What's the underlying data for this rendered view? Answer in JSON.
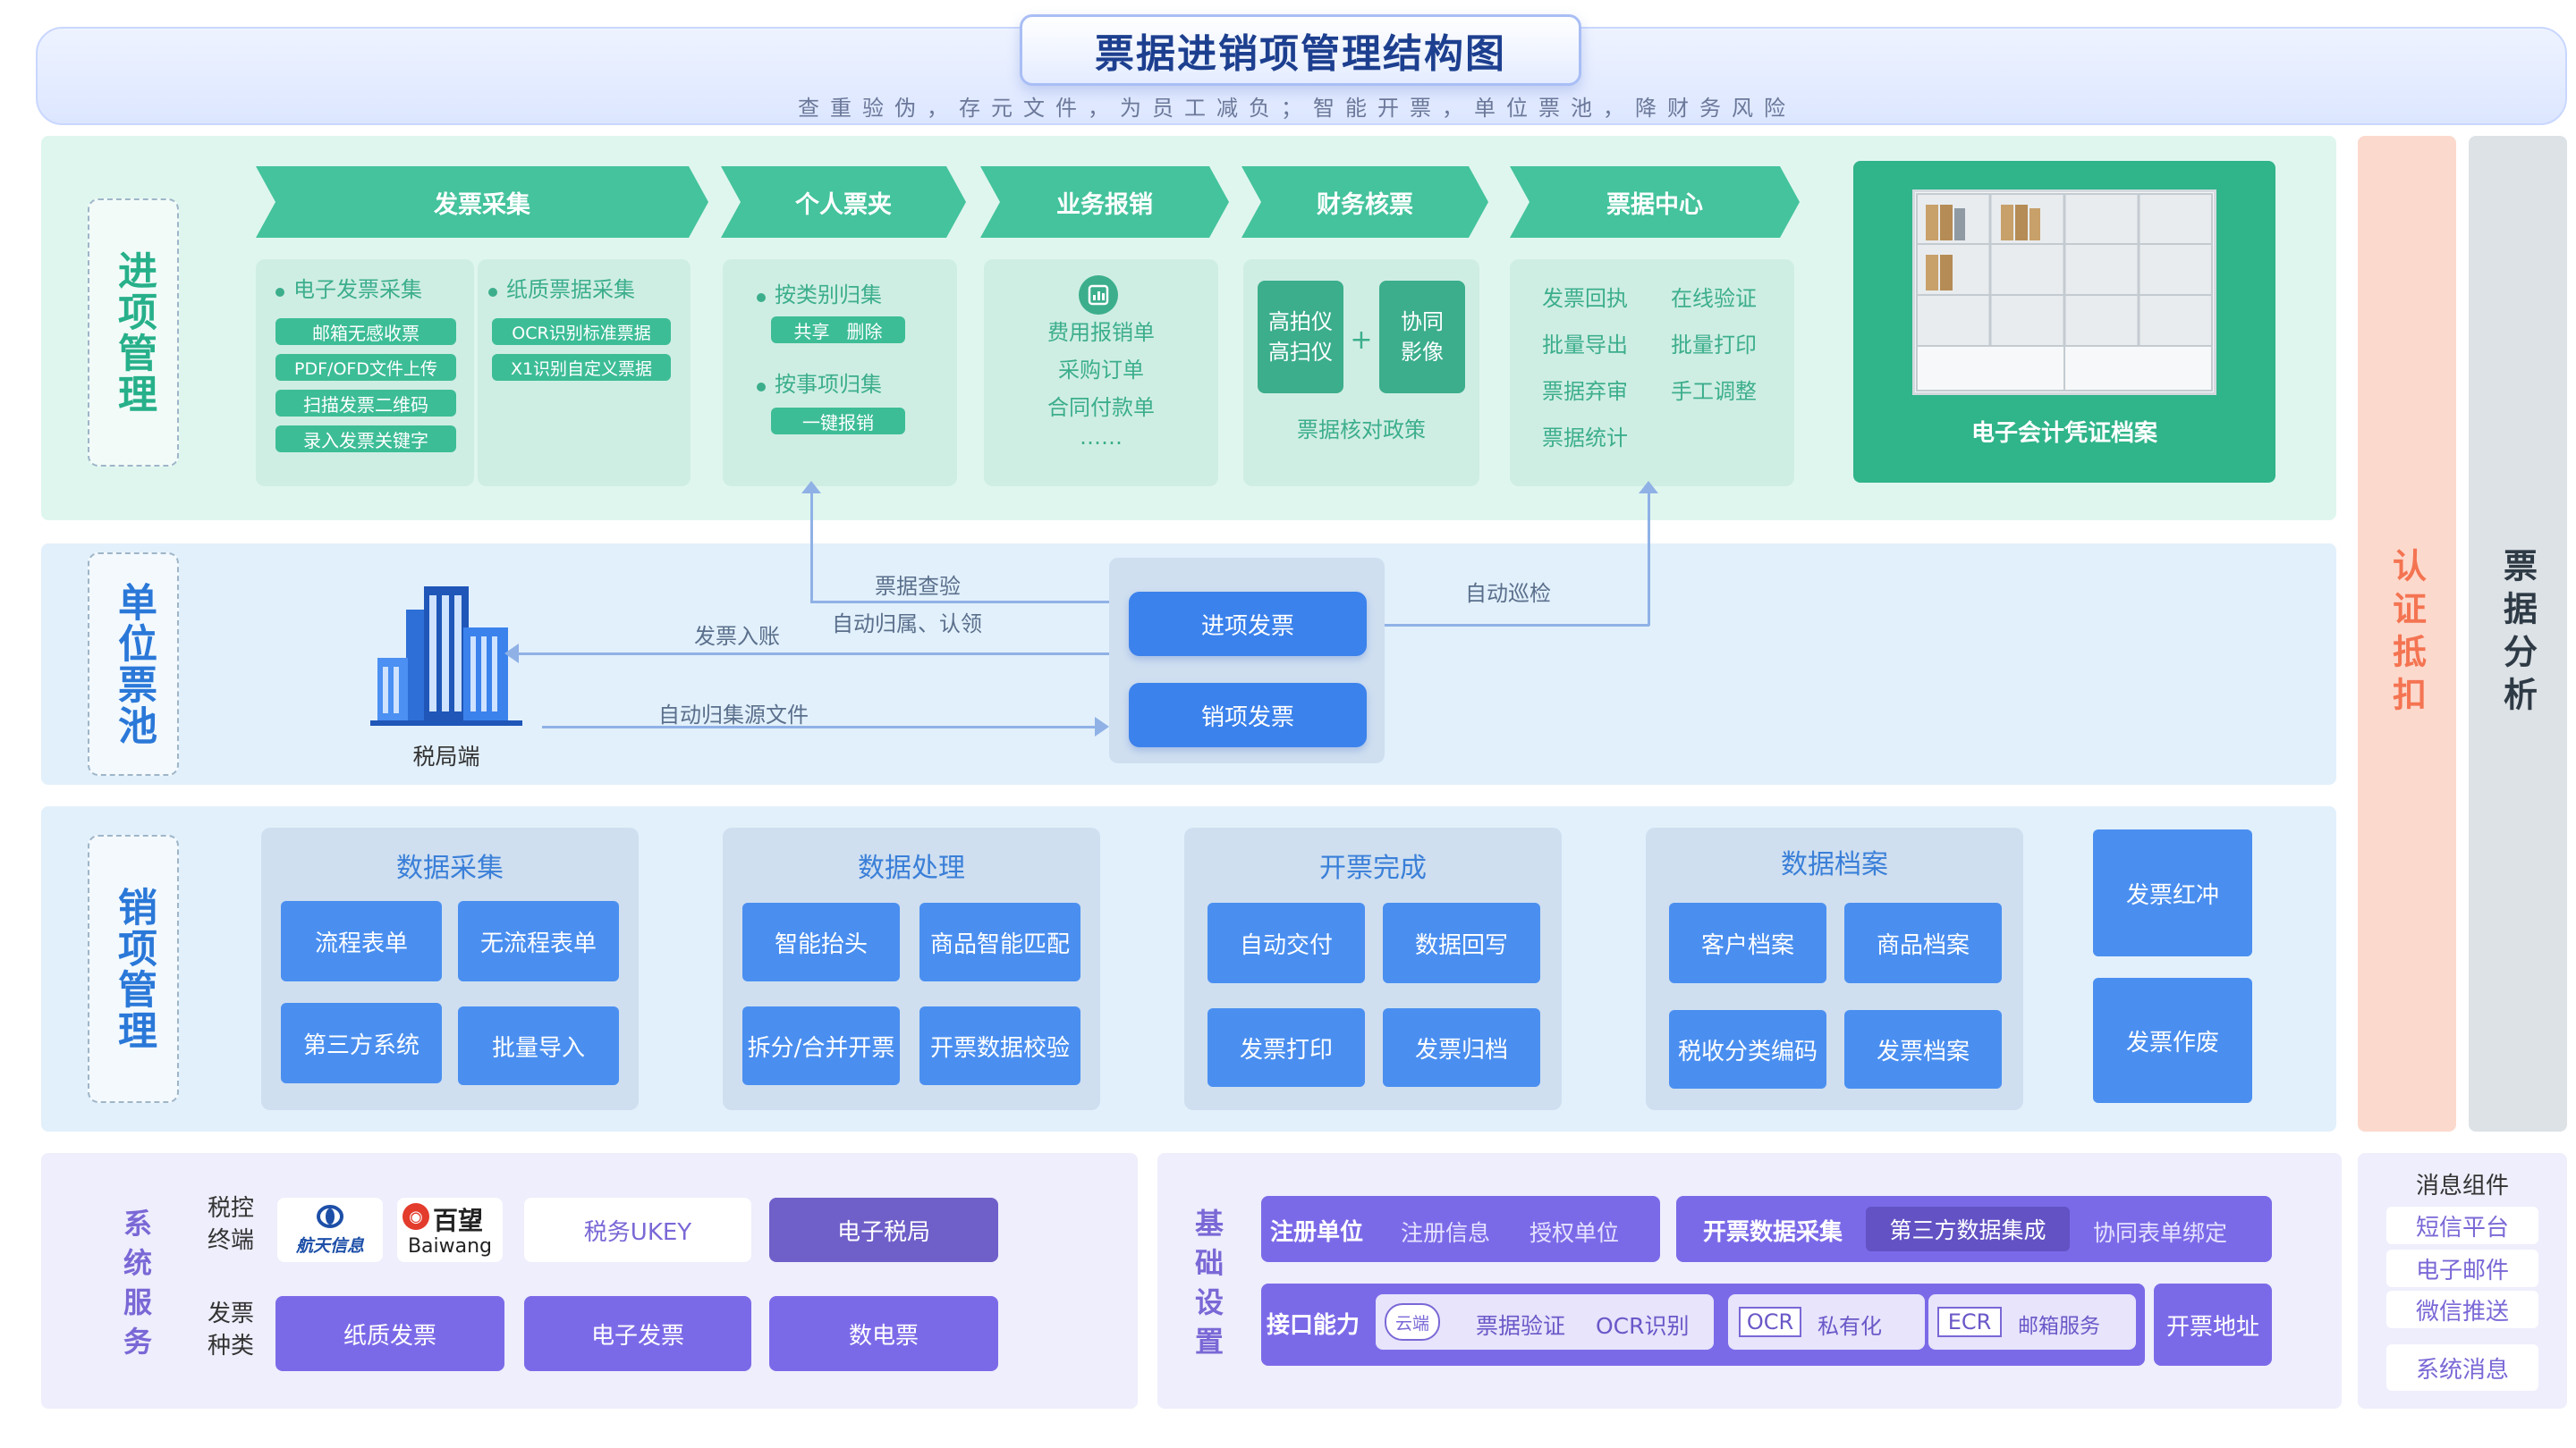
{
  "header": {
    "title": "票据进销项管理结构图",
    "subtitle": "查重验伪，存元文件，为员工减负；智能开票，单位票池，降财务风险"
  },
  "sections": {
    "in": "进项管理",
    "pool": "单位票池",
    "out": "销项管理",
    "auth": "认证抵扣",
    "analysis": "票据分析"
  },
  "in_mgmt": {
    "steps": [
      "发票采集",
      "个人票夹",
      "业务报销",
      "财务核票",
      "票据中心"
    ],
    "collect": {
      "e_title": "电子发票采集",
      "e_items": [
        "邮箱无感收票",
        "PDF/OFD文件上传",
        "扫描发票二维码",
        "录入发票关键字"
      ],
      "p_title": "纸质票据采集",
      "p_items": [
        "OCR识别标准票据",
        "X1识别自定义票据"
      ]
    },
    "folder": {
      "by_type": "按类别归集",
      "by_type_actions": "共享   删除",
      "by_item": "按事项归集",
      "by_item_action": "一键报销"
    },
    "reimburse": [
      "费用报销单",
      "采购订单",
      "合同付款单",
      "……"
    ],
    "audit": {
      "left": "高拍仪\n高扫仪",
      "plus": "+",
      "right": "协同\n影像",
      "policy": "票据核对政策"
    },
    "center": [
      "发票回执",
      "在线验证",
      "批量导出",
      "批量打印",
      "票据弃审",
      "手工调整",
      "票据统计"
    ],
    "archive": "电子会计凭证档案"
  },
  "pool": {
    "tax_bureau": "税局端",
    "labels": {
      "check": "票据查验",
      "assign": "自动归属、认领",
      "entry": "发票入账",
      "source": "自动归集源文件",
      "patrol": "自动巡检"
    },
    "btn_in": "进项发票",
    "btn_out": "销项发票"
  },
  "out_mgmt": {
    "groups": [
      {
        "title": "数据采集",
        "items": [
          "流程表单",
          "无流程表单",
          "第三方系统",
          "批量导入"
        ]
      },
      {
        "title": "数据处理",
        "items": [
          "智能抬头",
          "商品智能匹配",
          "拆分/合并开票",
          "开票数据校验"
        ]
      },
      {
        "title": "开票完成",
        "items": [
          "自动交付",
          "数据回写",
          "发票打印",
          "发票归档"
        ]
      },
      {
        "title": "数据档案",
        "items": [
          "客户档案",
          "商品档案",
          "税收分类编码",
          "发票档案"
        ]
      }
    ],
    "red": "发票红冲",
    "void": "发票作废"
  },
  "sys": {
    "label": "系统服务",
    "row1_label": "税控\n终端",
    "row2_label": "发票\n种类",
    "aisino": "航天信息",
    "baiwang_cn": "百望",
    "baiwang_en": "Baiwang",
    "ukey": "税务UKEY",
    "etax": "电子税局",
    "types": [
      "纸质发票",
      "电子发票",
      "数电票"
    ]
  },
  "base": {
    "label": "基础设置",
    "reg": {
      "title": "注册单位",
      "a": "注册信息",
      "b": "授权单位"
    },
    "collect": {
      "title": "开票数据采集",
      "a": "第三方数据集成",
      "b": "协同表单绑定"
    },
    "api": {
      "title": "接口能力",
      "cloud": "云端",
      "verify": "票据验证",
      "ocr1": "OCR识别",
      "ocr_box": "OCR",
      "private": "私有化",
      "ecr_box": "ECR",
      "mail": "邮箱服务"
    },
    "address": "开票地址"
  },
  "msg": {
    "title": "消息组件",
    "items": [
      "短信平台",
      "电子邮件",
      "微信推送",
      "系统消息"
    ]
  },
  "colors": {
    "green": "#44c39c",
    "blue": "#3b82ec",
    "purple": "#7b6ae8",
    "orange": "#f47452"
  }
}
